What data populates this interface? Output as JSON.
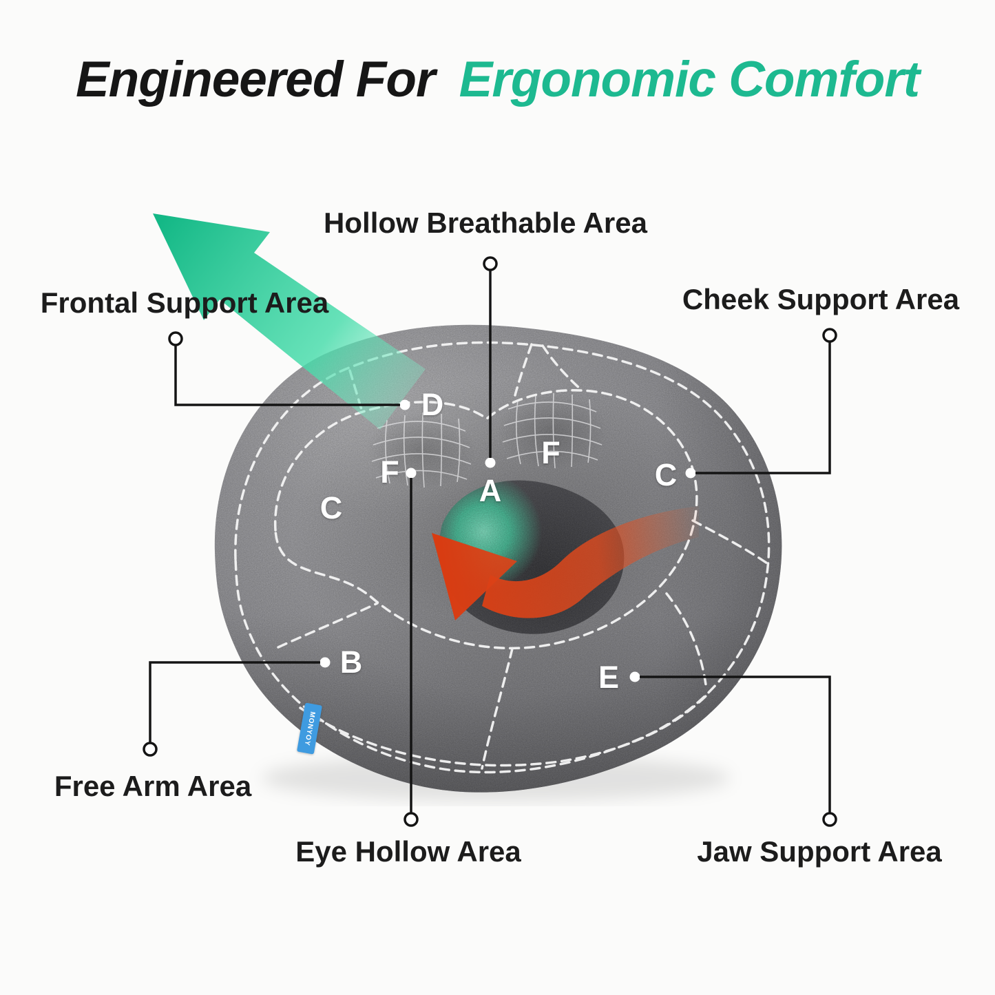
{
  "title": {
    "prefix": "Engineered For",
    "highlight": "Ergonomic Comfort"
  },
  "colors": {
    "background": "#fbfbfa",
    "title_text": "#161616",
    "title_accent": "#1db990",
    "label_text": "#1c1c1c",
    "pillow_gray": "#94949a",
    "seam_white": "#f5f5f5",
    "arrow_green": "#2fd0a0",
    "arrow_orange": "#e24a1d",
    "tag_blue": "#3f9be0"
  },
  "callouts": {
    "hollow_breathable": {
      "label": "Hollow Breathable Area",
      "zone": "A"
    },
    "frontal_support": {
      "label": "Frontal Support Area",
      "zone": "D"
    },
    "cheek_support": {
      "label": "Cheek Support Area",
      "zone": "C"
    },
    "free_arm": {
      "label": "Free Arm Area",
      "zone": "B"
    },
    "eye_hollow": {
      "label": "Eye Hollow Area",
      "zone": "F"
    },
    "jaw_support": {
      "label": "Jaw Support Area",
      "zone": "E"
    }
  },
  "pillow_zone_letters": {
    "frontal_d": "D",
    "eye_left_f": "F",
    "breathable_a": "A",
    "eye_right_f": "F",
    "cheek_left_c": "C",
    "cheek_right_c": "C",
    "free_arm_b": "B",
    "jaw_e": "E"
  },
  "brand_tag": "MONYOY"
}
